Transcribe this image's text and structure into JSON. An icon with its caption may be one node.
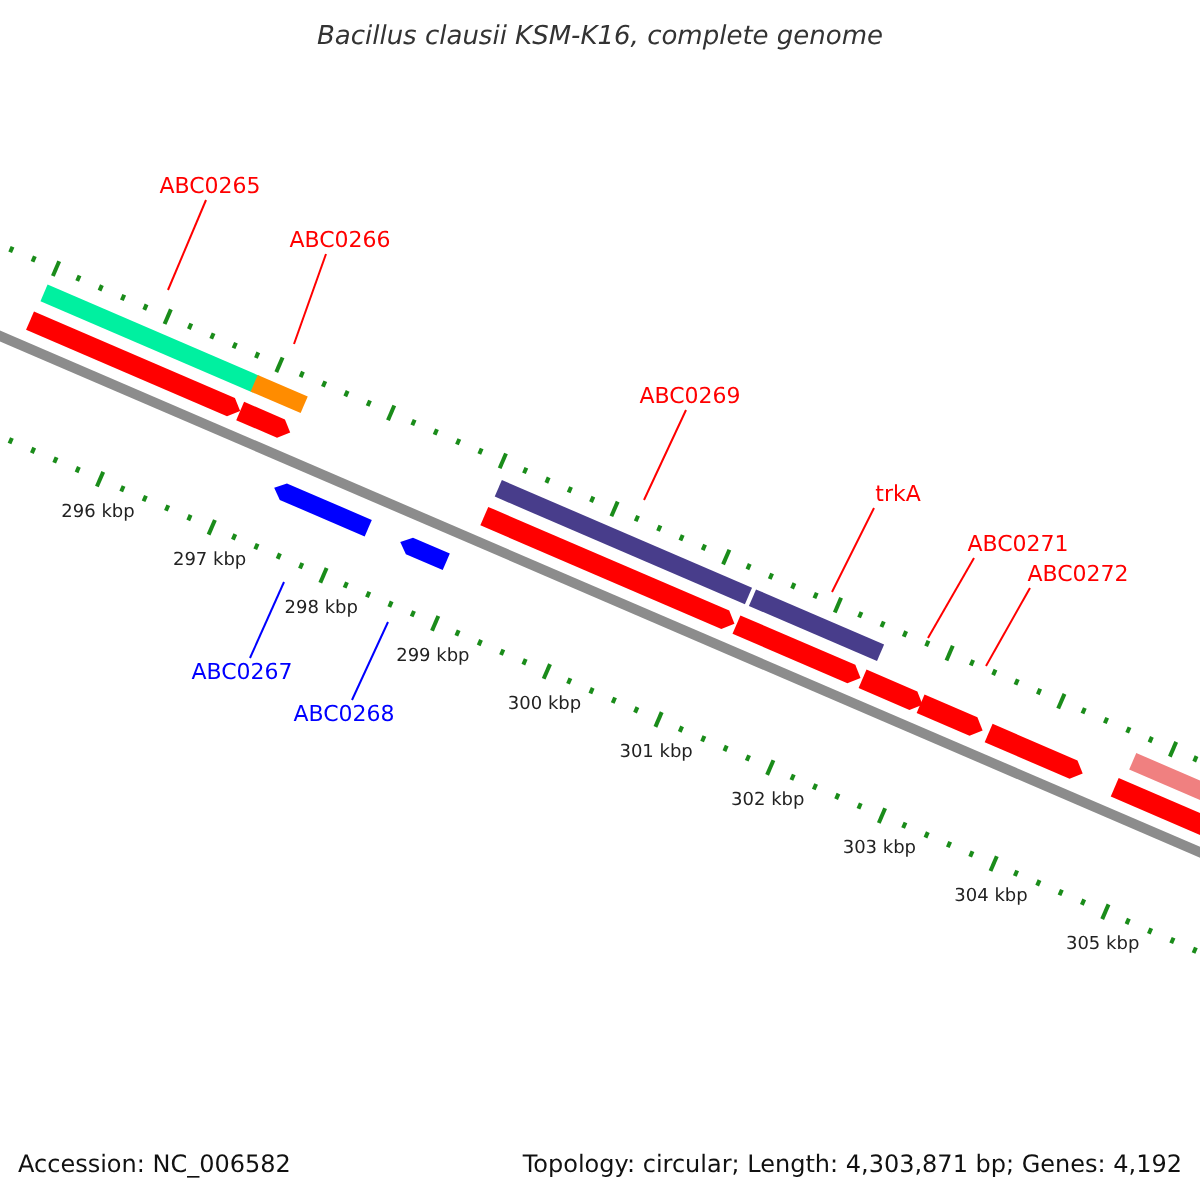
{
  "diagram": {
    "title": "Bacillus clausii KSM-K16, complete genome",
    "nodes": [
      {
        "text": [
          "ABC0265"
        ]
      },
      {
        "text": [
          "ABC0266"
        ]
      },
      {
        "text": [
          "ABC0269"
        ]
      },
      {
        "text": [
          "trkA"
        ]
      },
      {
        "text": [
          "ABC0271"
        ]
      },
      {
        "text": [
          "ABC0272"
        ]
      },
      {
        "text": [
          "ABC0267"
        ]
      },
      {
        "text": [
          "ABC0268"
        ]
      }
    ],
    "edges": [
      {
        "from": 0,
        "to": null,
        "arrow": "none"
      },
      {
        "from": 1,
        "to": null,
        "arrow": "none"
      },
      {
        "from": 2,
        "to": null,
        "arrow": "none"
      },
      {
        "from": 3,
        "to": null,
        "arrow": "none"
      },
      {
        "from": 4,
        "to": null,
        "arrow": "none"
      },
      {
        "from": 5,
        "to": null,
        "arrow": "none"
      },
      {
        "from": 6,
        "to": null,
        "arrow": "none",
        "color": "#0000ff"
      },
      {
        "from": 7,
        "to": null,
        "arrow": "none",
        "color": "#0000ff"
      }
    ],
    "labels": [
      "296 kbp",
      "297 kbp",
      "298 kbp",
      "299 kbp",
      "300 kbp",
      "301 kbp",
      "302 kbp",
      "303 kbp",
      "304 kbp",
      "305 kbp",
      "Accession: NC_006582",
      "Topology: circular; Length: 4,303,871 bp; Genes: 4,192"
    ]
  }
}
